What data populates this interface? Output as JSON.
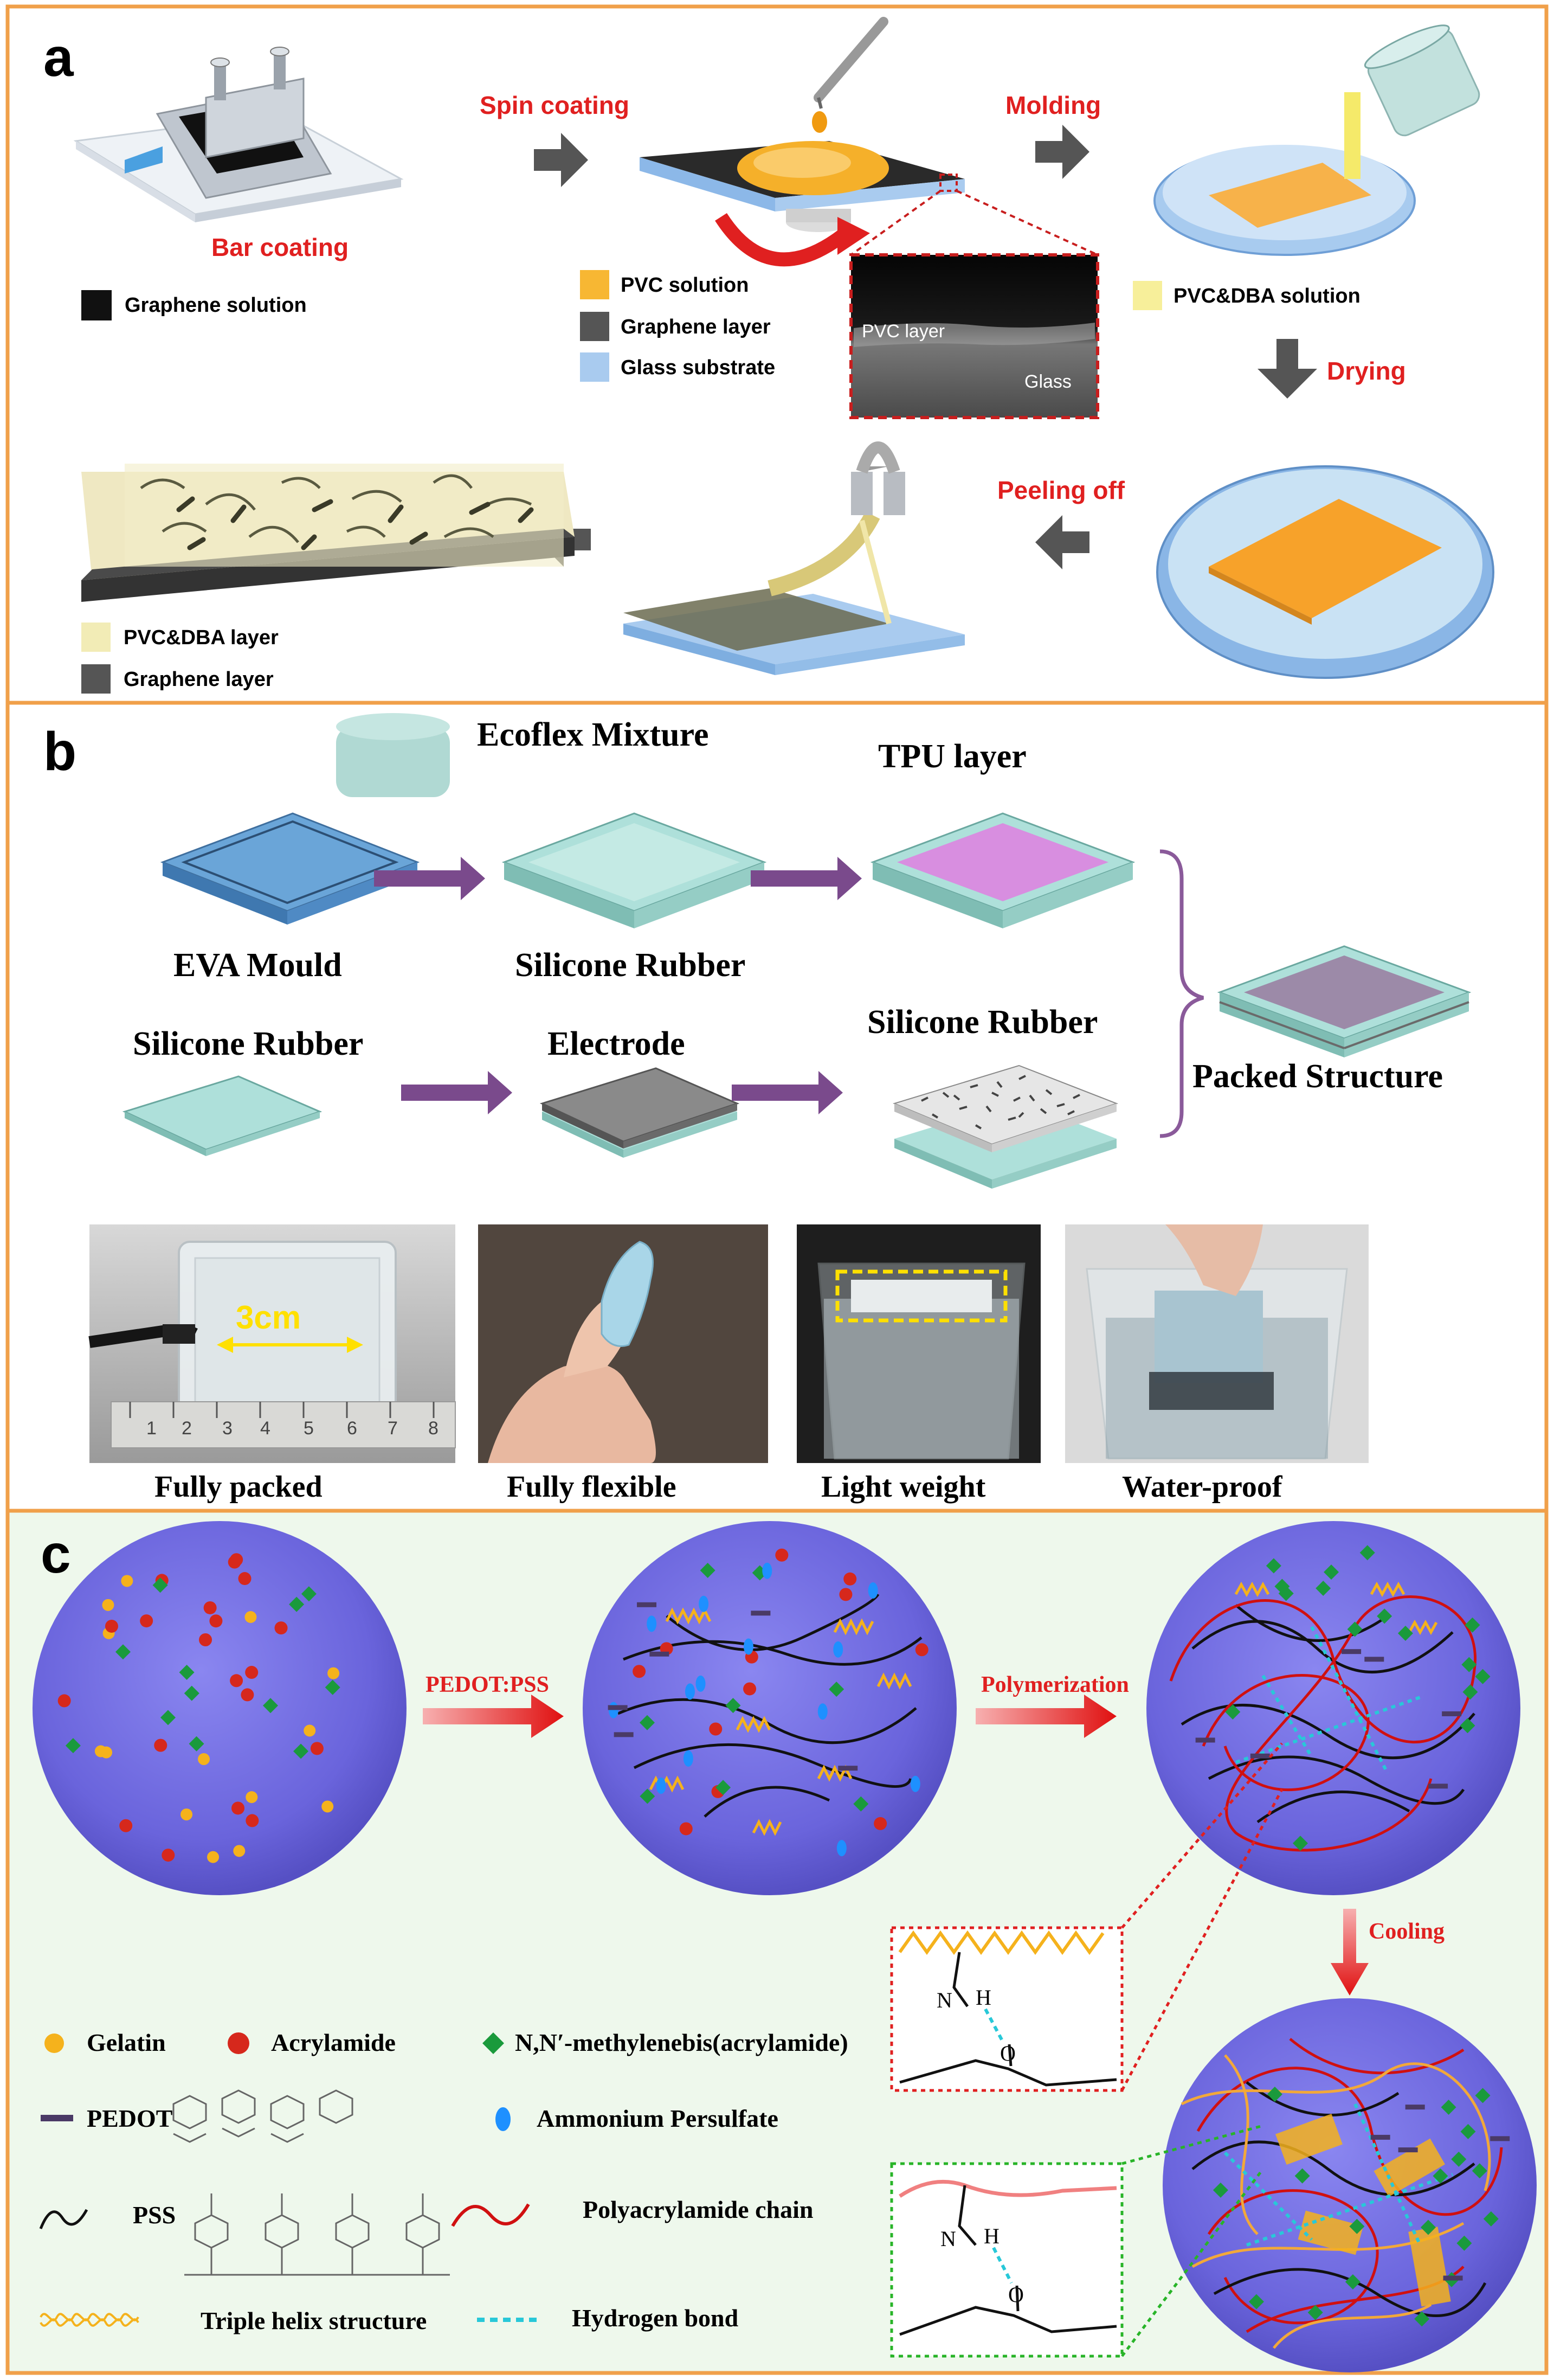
{
  "colors": {
    "frame": "#f0a04a",
    "red_label": "#e02020",
    "arrow_gray": "#555555",
    "arrow_purple": "#7a4a8c",
    "panel_c_bg": "#eef8ec",
    "sphere": "#6f6ae0",
    "gelatin": "#f5b21c",
    "acrylamide": "#d6281c",
    "crosslinker": "#1a9a3c",
    "pedot": "#4a3a66",
    "aps": "#1e90ff",
    "polyacrylamide": "#d01010",
    "hbond": "#28c8d8",
    "pvc_solution": "#f7b733",
    "graphene": "#555555",
    "glass": "#a9cbef",
    "pvc_dba": "#f7ef9a"
  },
  "panel_a": {
    "letter": "a",
    "labels": {
      "bar_coating": "Bar coating",
      "spin_coating": "Spin coating",
      "molding": "Molding",
      "drying": "Drying",
      "peeling_off": "Peeling off"
    },
    "legend_graphene_solution": "Graphene solution",
    "legend_mid": [
      "PVC solution",
      "Graphene layer",
      "Glass substrate"
    ],
    "sem_pvc_layer": "PVC layer",
    "sem_glass": "Glass",
    "legend_pvc_dba_solution": "PVC&DBA solution",
    "legend_final": [
      "PVC&DBA layer",
      "Graphene layer"
    ]
  },
  "panel_b": {
    "letter": "b",
    "ecoflex": "Ecoflex Mixture",
    "tpu": "TPU layer",
    "eva": "EVA Mould",
    "silicone_top": "Silicone Rubber",
    "silicone_left": "Silicone Rubber",
    "electrode": "Electrode",
    "silicone_right": "Silicone Rubber",
    "packed": "Packed Structure",
    "photo_captions": [
      "Fully packed",
      "Fully flexible",
      "Light weight",
      "Water-proof"
    ],
    "scale_text": "3cm",
    "ruler_numbers": [
      "1",
      "2",
      "3",
      "4",
      "5",
      "6",
      "7",
      "8"
    ]
  },
  "panel_c": {
    "letter": "c",
    "arrow1": "PEDOT:PSS",
    "arrow2": "Polymerization",
    "arrow3": "Cooling",
    "legend": {
      "gelatin": "Gelatin",
      "acrylamide": "Acrylamide",
      "mba": "N,N′-methylenebis(acrylamide)",
      "pedot": "PEDOT",
      "aps": "Ammonium Persulfate",
      "pss": "PSS",
      "polyacrylamide": "Polyacrylamide chain",
      "triple_helix": "Triple helix structure",
      "hbond": "Hydrogen bond"
    },
    "inset": {
      "n": "N",
      "h": "H",
      "o": "O"
    }
  }
}
